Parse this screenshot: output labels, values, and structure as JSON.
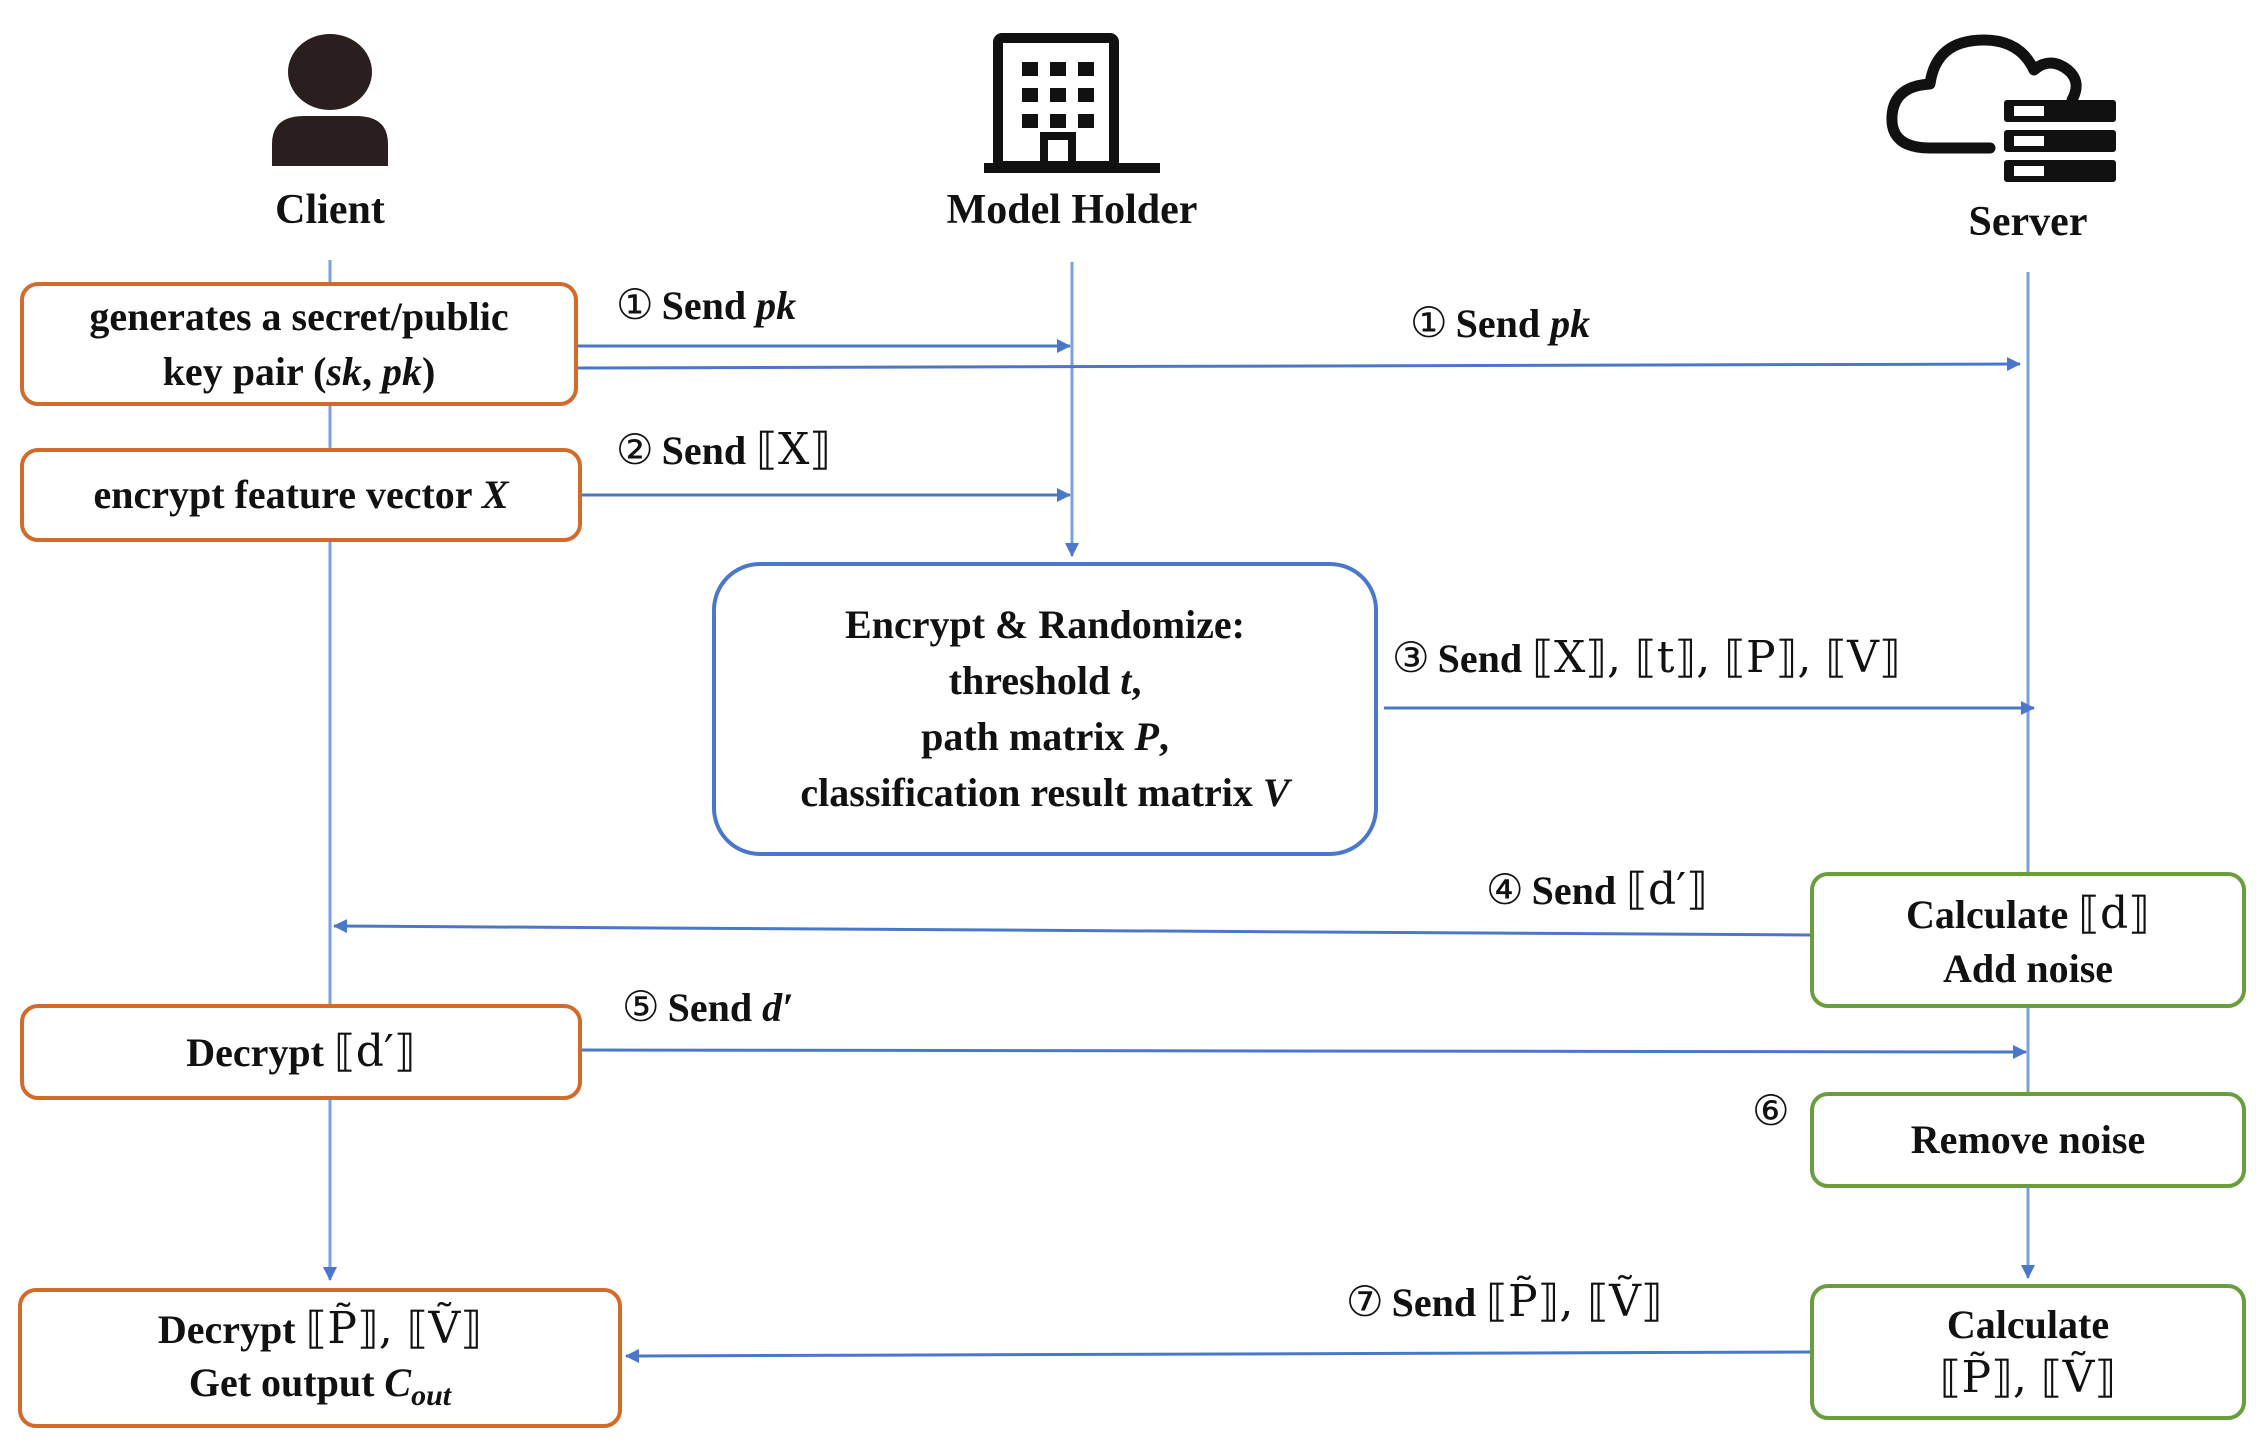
{
  "actors": {
    "client": {
      "label": "Client",
      "icon": "person-icon"
    },
    "model_holder": {
      "label": "Model Holder",
      "icon": "building-icon"
    },
    "server": {
      "label": "Server",
      "icon": "cloud-server-icon"
    }
  },
  "colors": {
    "client_box": "#d26a2b",
    "model_box": "#4a77c9",
    "server_box": "#6a9d3b",
    "arrow": "#4a77c9",
    "lifeline": "#7aa0dd"
  },
  "boxes": {
    "keygen": {
      "line1": "generates a secret/public",
      "line2_prefix": "key pair (",
      "sk": "sk",
      "comma": ", ",
      "pk": "pk",
      "line2_suffix": ")"
    },
    "encrypt_x": {
      "text": "encrypt feature vector ",
      "var": "X"
    },
    "encrypt_randomize": {
      "title": "Encrypt & Randomize:",
      "l2": "threshold ",
      "l2_var": "t",
      "l2_end": ",",
      "l3": "path matrix ",
      "l3_var": "P",
      "l3_end": ",",
      "l4": "classification result matrix ",
      "l4_var": "V"
    },
    "calc_d": {
      "l1": "Calculate ",
      "l1_enc": "⟦d⟧",
      "l2": "Add noise"
    },
    "decrypt_d": {
      "text": "Decrypt ",
      "enc": "⟦d′⟧"
    },
    "remove_noise": {
      "text": "Remove noise"
    },
    "calc_pv": {
      "l1": "Calculate",
      "l2_enc": "⟦P̃⟧, ⟦Ṽ⟧"
    },
    "decrypt_pv": {
      "l1": "Decrypt ",
      "l1_enc": "⟦P̃⟧, ⟦Ṽ⟧",
      "l2": "Get output ",
      "l2_var": "C",
      "l2_sub": "out"
    }
  },
  "messages": {
    "m1a": {
      "num": "①",
      "text": "Send ",
      "var": "pk"
    },
    "m1b": {
      "num": "①",
      "text": "Send ",
      "var": "pk"
    },
    "m2": {
      "num": "②",
      "text": "Send ",
      "enc": "⟦X⟧"
    },
    "m3": {
      "num": "③",
      "text": "Send ",
      "enc": "⟦X⟧, ⟦t⟧, ⟦P⟧, ⟦V⟧"
    },
    "m4": {
      "num": "④",
      "text": "Send ",
      "enc": "⟦d′⟧"
    },
    "m5": {
      "num": "⑤",
      "text": "Send ",
      "var": "d′"
    },
    "m6": {
      "num": "⑥"
    },
    "m7": {
      "num": "⑦",
      "text": "Send ",
      "enc": "⟦P̃⟧, ⟦Ṽ⟧"
    }
  }
}
